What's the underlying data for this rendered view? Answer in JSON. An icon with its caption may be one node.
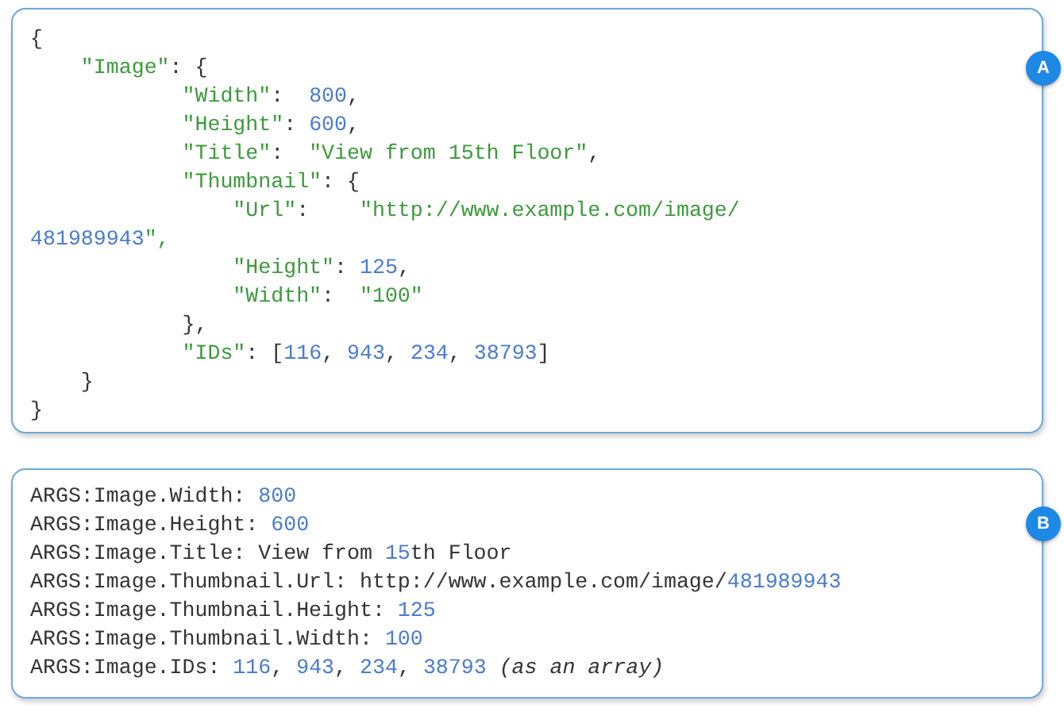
{
  "diagram": {
    "nodes": [
      {
        "text": [
          "{",
          "    \"Image\": {",
          "            \"Width\":  800,",
          "            \"Height\": 600,",
          "            \"Title\":  \"View from 15th Floor\",",
          "            \"Thumbnail\": {",
          "                \"Url\":    \"http://www.example.com/image/",
          "481989943\",",
          "                \"Height\": 125,",
          "                \"Width\":  \"100\"",
          "            },",
          "            \"IDs\": [116, 943, 234, 38793]",
          "    }",
          "}"
        ]
      },
      {
        "text": [
          "A"
        ]
      },
      {
        "text": [
          "ARGS:Image.Width: 800",
          "ARGS:Image.Height: 600",
          "ARGS:Image.Title: View from 15th Floor",
          "ARGS:Image.Thumbnail.Url: http://www.example.com/image/481989943",
          "ARGS:Image.Thumbnail.Height: 125",
          "ARGS:Image.Thumbnail.Width: 100",
          "ARGS:Image.IDs: 116, 943, 234, 38793 *(as an array)*"
        ]
      },
      {
        "text": [
          "B"
        ]
      }
    ]
  }
}
